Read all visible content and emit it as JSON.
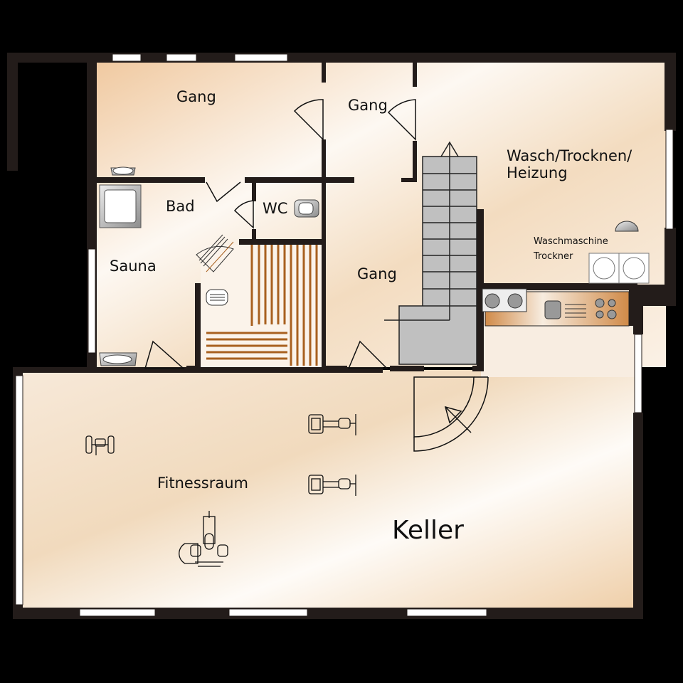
{
  "floorplan": {
    "title": "Keller",
    "colors": {
      "background": "#000000",
      "wall": "#231c1a",
      "floor_light": "#fdf8f2",
      "floor_warm": "#f0d2ae",
      "stairs": "#c0c0c0",
      "sauna_wood": "#a8601f",
      "kitchen_counter": "#d89a5c"
    },
    "rooms": [
      {
        "id": "gang-top-left",
        "label": "Gang"
      },
      {
        "id": "gang-top-mid",
        "label": "Gang"
      },
      {
        "id": "wasch",
        "label_line1": "Wasch/Trocknen/",
        "label_line2": "Heizung"
      },
      {
        "id": "bad",
        "label": "Bad"
      },
      {
        "id": "wc",
        "label": "WC"
      },
      {
        "id": "sauna",
        "label": "Sauna"
      },
      {
        "id": "gang-center",
        "label": "Gang"
      },
      {
        "id": "fitness",
        "label": "Fitnessraum"
      },
      {
        "id": "keller",
        "label": "Keller"
      }
    ],
    "appliances": {
      "line1": "Waschmaschine",
      "line2": "Trockner"
    },
    "icons": [
      "washbasin-icon",
      "shower-icon",
      "toilet-icon",
      "sauna-heater-icon",
      "sauna-bench-icon",
      "staircase-icon",
      "spiral-stair-icon",
      "kitchen-counter-icon",
      "boiler-icon",
      "washing-machine-icon",
      "dryer-icon",
      "dumbbell-icon",
      "exercise-bike-icon",
      "weight-machine-icon",
      "door-swing-icon",
      "window-icon"
    ]
  }
}
